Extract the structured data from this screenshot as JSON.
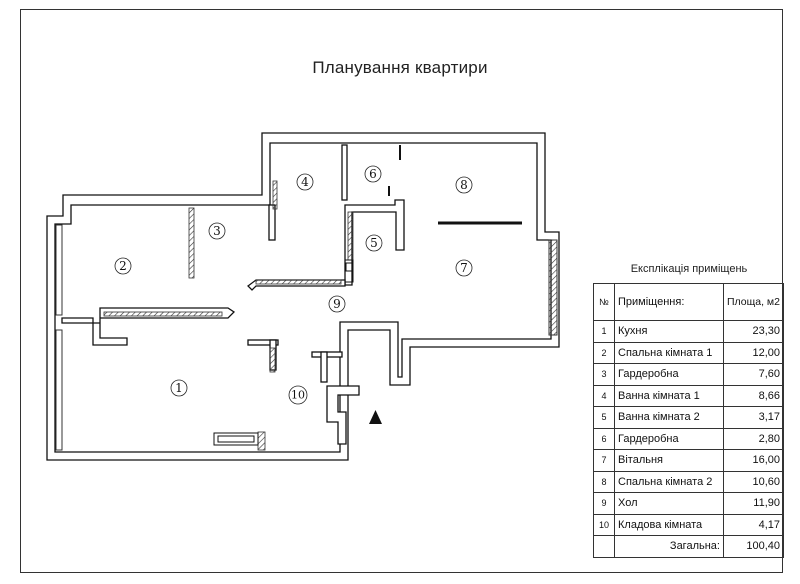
{
  "title": "Планування квартири",
  "rooms_on_plan": [
    "1",
    "2",
    "3",
    "4",
    "5",
    "6",
    "7",
    "8",
    "9",
    "10"
  ],
  "explication": {
    "title": "Експлікація приміщень",
    "headers": {
      "number": "№",
      "room": "Приміщення:",
      "area": "Площа, м2"
    },
    "rows": [
      {
        "n": "1",
        "name": "Кухня",
        "area": "23,30"
      },
      {
        "n": "2",
        "name": "Спальна кімната 1",
        "area": "12,00"
      },
      {
        "n": "3",
        "name": "Гардеробна",
        "area": "7,60"
      },
      {
        "n": "4",
        "name": "Ванна кімната 1",
        "area": "8,66"
      },
      {
        "n": "5",
        "name": "Ванна кімната 2",
        "area": "3,17"
      },
      {
        "n": "6",
        "name": "Гардеробна",
        "area": "2,80"
      },
      {
        "n": "7",
        "name": "Вітальня",
        "area": "16,00"
      },
      {
        "n": "8",
        "name": "Спальна кімната 2",
        "area": "10,60"
      },
      {
        "n": "9",
        "name": "Хол",
        "area": "11,90"
      },
      {
        "n": "10",
        "name": "Кладова кімната",
        "area": "4,17"
      }
    ],
    "total_label": "Загальна:",
    "total_area": "100,40"
  }
}
